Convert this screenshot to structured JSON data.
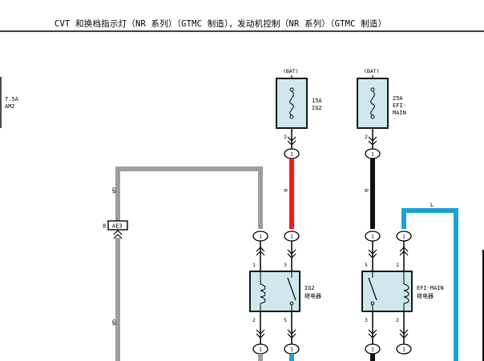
{
  "header": {
    "title": "CVT 和换档指示灯（NR 系列）（GTMC 制造），发动机控制（NR 系列）（GTMC 制造）"
  },
  "left_fuse": {
    "amp": "7.5A",
    "name": "AM2"
  },
  "left_wire": {
    "wire_color_top": "GR",
    "wire_color_bottom": "GR",
    "connector": {
      "pin": "8",
      "id": "AE3"
    }
  },
  "fuse_ig2": {
    "source": "(BAT)",
    "amp": "15A",
    "name": "IG2",
    "pin": "2",
    "junction": "1",
    "wire_color": "R"
  },
  "fuse_efi": {
    "source": "(BAT)",
    "amp": "25A",
    "name": "EFI-",
    "name2": "MAIN",
    "pin": "2",
    "junction": "1",
    "wire_color": "B"
  },
  "blue_wire": {
    "wire_color": "L"
  },
  "relay_ig2": {
    "label": "IG2",
    "label2": "继电器",
    "in_junctions": [
      "1",
      "1"
    ],
    "top_pins": [
      "1",
      "3"
    ],
    "bottom_pins": [
      "2",
      "5"
    ],
    "out_junctions": [
      "1",
      "1"
    ]
  },
  "relay_efi": {
    "label": "EFI-MAIN",
    "label2": "继电器",
    "in_junctions": [
      "1",
      "1"
    ],
    "top_pins": [
      "5",
      "1"
    ],
    "bottom_pins": [
      "3",
      "2"
    ],
    "out_junctions": [
      "1",
      "1"
    ]
  },
  "colors": {
    "gray_wire": "#9e9e9e",
    "red_wire": "#ee1c1c",
    "black_wire": "#111111",
    "blue_wire": "#1aa3d1",
    "component_fill": "#cfe8ee"
  }
}
